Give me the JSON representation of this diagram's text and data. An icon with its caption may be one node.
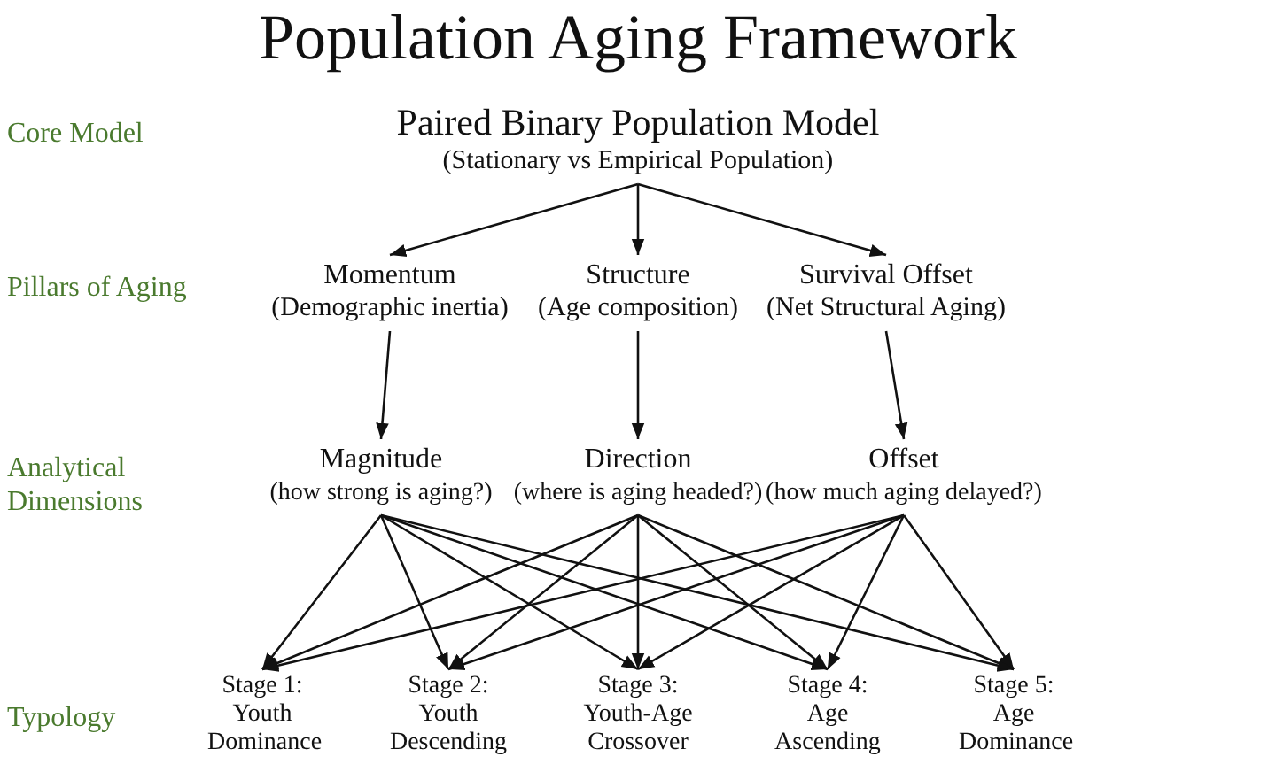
{
  "diagram": {
    "title": "Population Aging Framework",
    "nodes": [
      {
        "text": [
          "Paired Binary Population Model",
          "(Stationary vs Empirical Population)"
        ]
      },
      {
        "text": [
          "Momentum",
          "(Demographic inertia)"
        ]
      },
      {
        "text": [
          "Structure",
          "(Age composition)"
        ]
      },
      {
        "text": [
          "Survival Offset",
          "(Net Structural Aging)"
        ]
      },
      {
        "text": [
          "Magnitude",
          "(how strong is aging?)"
        ]
      },
      {
        "text": [
          "Direction",
          "(where is aging headed?)"
        ]
      },
      {
        "text": [
          "Offset",
          "(how much aging delayed?)"
        ]
      },
      {
        "text": [
          "Stage 1: Youth Dominance"
        ]
      },
      {
        "text": [
          "Stage 2: Youth Descending"
        ]
      },
      {
        "text": [
          "Stage 3: Youth-Age Crossover"
        ]
      },
      {
        "text": [
          "Stage 4: Age Ascending"
        ]
      },
      {
        "text": [
          "Stage 5: Age Dominance"
        ]
      }
    ],
    "edges": [
      {
        "from": 0,
        "to": 1,
        "arrow": "to"
      },
      {
        "from": 0,
        "to": 2,
        "arrow": "to"
      },
      {
        "from": 0,
        "to": 3,
        "arrow": "to"
      },
      {
        "from": 1,
        "to": 4,
        "arrow": "to"
      },
      {
        "from": 2,
        "to": 5,
        "arrow": "to"
      },
      {
        "from": 3,
        "to": 6,
        "arrow": "to"
      },
      {
        "from": 4,
        "to": 7,
        "arrow": "to"
      },
      {
        "from": 4,
        "to": 8,
        "arrow": "to"
      },
      {
        "from": 4,
        "to": 9,
        "arrow": "to"
      },
      {
        "from": 4,
        "to": 10,
        "arrow": "to"
      },
      {
        "from": 4,
        "to": 11,
        "arrow": "to"
      },
      {
        "from": 5,
        "to": 7,
        "arrow": "to"
      },
      {
        "from": 5,
        "to": 8,
        "arrow": "to"
      },
      {
        "from": 5,
        "to": 9,
        "arrow": "to"
      },
      {
        "from": 5,
        "to": 10,
        "arrow": "to"
      },
      {
        "from": 5,
        "to": 11,
        "arrow": "to"
      },
      {
        "from": 6,
        "to": 7,
        "arrow": "to"
      },
      {
        "from": 6,
        "to": 8,
        "arrow": "to"
      },
      {
        "from": 6,
        "to": 9,
        "arrow": "to"
      },
      {
        "from": 6,
        "to": 10,
        "arrow": "to"
      },
      {
        "from": 6,
        "to": 11,
        "arrow": "to"
      }
    ],
    "labels": [
      "Core Model",
      "Pillars of Aging",
      "Analytical Dimensions",
      "Typology"
    ]
  }
}
